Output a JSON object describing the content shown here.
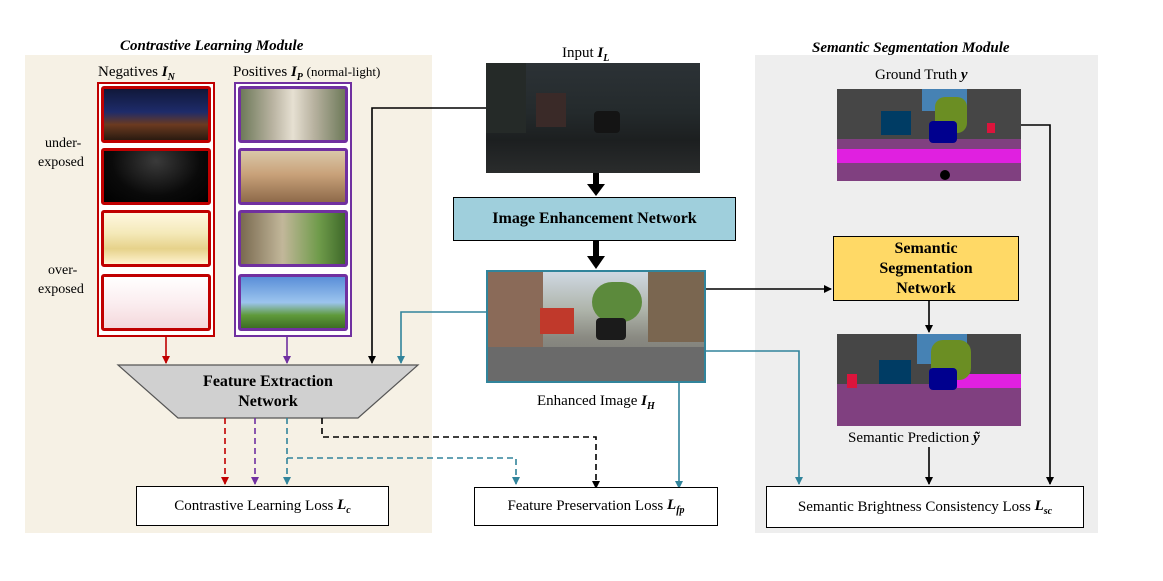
{
  "contrastive_module": {
    "title": "Contrastive Learning Module",
    "negatives_label": "Negatives",
    "negatives_symbol": "I",
    "negatives_sub": "N",
    "positives_label": "Positives",
    "positives_symbol": "I",
    "positives_sub": "P",
    "positives_note": "(normal-light)",
    "under_exposed_1": "under-",
    "under_exposed_2": "exposed",
    "over_exposed_1": "over-",
    "over_exposed_2": "exposed",
    "feature_net_1": "Feature Extraction",
    "feature_net_2": "Network",
    "loss_label": "Contrastive Learning Loss",
    "loss_symbol": "L",
    "loss_sub": "c"
  },
  "center": {
    "input_label": "Input",
    "input_symbol": "I",
    "input_sub": "L",
    "enhancement_net": "Image Enhancement Network",
    "enhanced_label": "Enhanced Image",
    "enhanced_symbol": "I",
    "enhanced_sub": "H",
    "loss_label": "Feature Preservation Loss",
    "loss_symbol": "L",
    "loss_sub": "fp"
  },
  "segmentation_module": {
    "title": "Semantic Segmentation Module",
    "ground_truth_label": "Ground Truth",
    "ground_truth_symbol": "y",
    "seg_net_1": "Semantic",
    "seg_net_2": "Segmentation",
    "seg_net_3": "Network",
    "prediction_label": "Semantic Prediction",
    "prediction_symbol": "ỹ",
    "loss_label": "Semantic Brightness Consistency Loss",
    "loss_symbol": "L",
    "loss_sub": "sc"
  },
  "colors": {
    "contrastive_bg": "#f6f1e5",
    "segmentation_bg": "#eeeeee",
    "negative_red": "#c00000",
    "positive_purple": "#7030a0",
    "teal": "#31849b",
    "enhance_box": "#9fcfdc",
    "seg_box": "#ffd966",
    "trapezoid": "#d0d0d0"
  },
  "icons": [
    "arrow-down-icon",
    "arrow-right-icon"
  ]
}
